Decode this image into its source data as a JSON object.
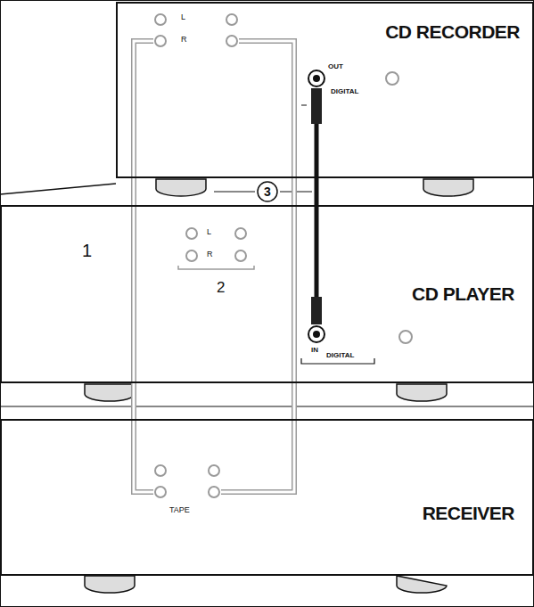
{
  "diagram": {
    "nodes": [
      {
        "text": [
          "CD RECORDER"
        ]
      },
      {
        "text": [
          "CD PLAYER"
        ]
      },
      {
        "text": [
          "RECEIVER"
        ]
      }
    ],
    "edges": [
      {
        "from": 0,
        "to": 1,
        "arrow": "none"
      },
      {
        "from": 2,
        "to": 0,
        "arrow": "none"
      },
      {
        "from": 0,
        "to": 2,
        "arrow": "none"
      }
    ],
    "labels": [
      "3",
      "1",
      "2",
      "TAPE",
      "OUT",
      "DIGITAL",
      "IN",
      "DIGITAL",
      "L",
      "R",
      "L",
      "R"
    ]
  }
}
